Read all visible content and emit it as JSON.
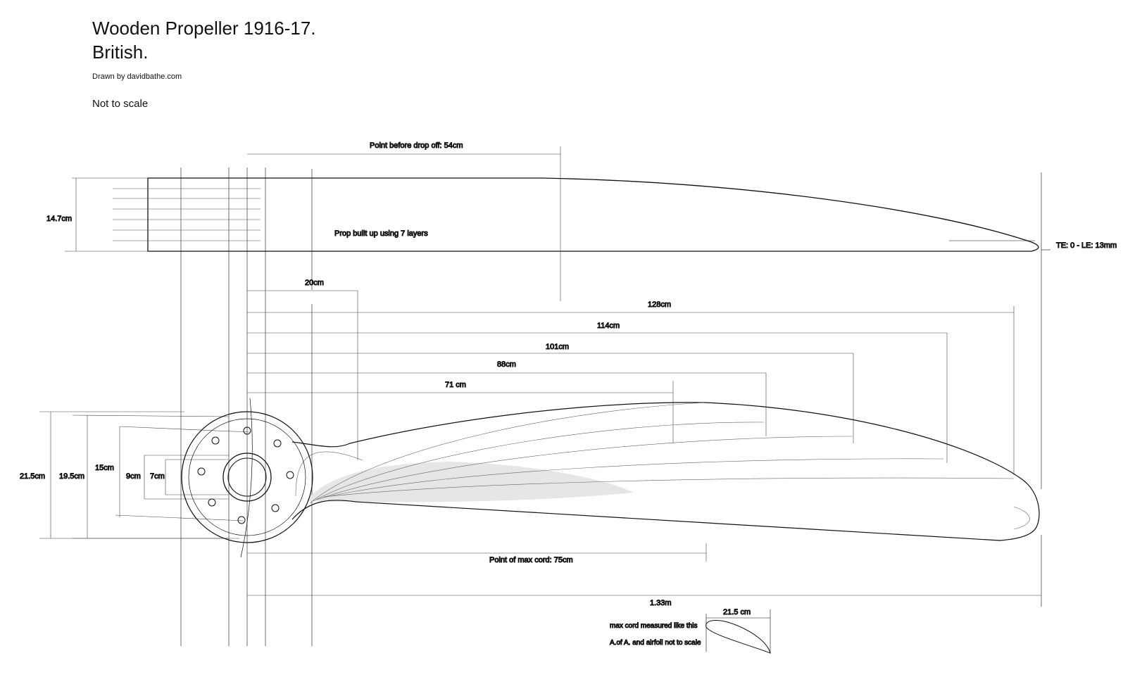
{
  "header": {
    "title_line1": "Wooden Propeller 1916-17.",
    "title_line2": "British.",
    "drawn_by": "Drawn by davidbathe.com",
    "scale_note": "Not to scale"
  },
  "side_view": {
    "height_label": "14.7cm",
    "layers_note": "Prop built up using 7 layers",
    "drop_off_label": "Point before drop off:  54cm",
    "tip_label": "TE: 0 - LE: 13mm"
  },
  "plan_view": {
    "hub_label": "20cm",
    "station_labels": [
      "128cm",
      "114cm",
      "101cm",
      "88cm",
      "71 cm"
    ],
    "hub_dims": [
      "21.5cm",
      "19.5cm",
      "15cm",
      "9cm",
      "7cm"
    ],
    "max_cord_label": "Point of max cord:  75cm",
    "total_label": "1.33m"
  },
  "airfoil_note": {
    "cord_label": "21.5 cm",
    "note_line1": "max cord measured like this",
    "note_line2": "A.of A. and airfoil not to scale"
  }
}
